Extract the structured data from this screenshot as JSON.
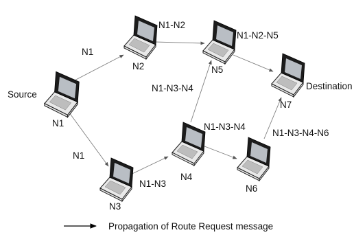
{
  "nodes": [
    {
      "id": "N1",
      "label": "N1",
      "role_label": "Source"
    },
    {
      "id": "N2",
      "label": "N2"
    },
    {
      "id": "N3",
      "label": "N3"
    },
    {
      "id": "N4",
      "label": "N4"
    },
    {
      "id": "N5",
      "label": "N5"
    },
    {
      "id": "N6",
      "label": "N6"
    },
    {
      "id": "N7",
      "label": "N7",
      "role_label": "Destination"
    }
  ],
  "edges": [
    {
      "from": "N1",
      "to": "N2",
      "label": "N1"
    },
    {
      "from": "N1",
      "to": "N3",
      "label": "N1"
    },
    {
      "from": "N2",
      "to": "N5",
      "label": "N1-N2"
    },
    {
      "from": "N3",
      "to": "N4",
      "label": "N1-N3"
    },
    {
      "from": "N4",
      "to": "N5",
      "label": "N1-N3-N4"
    },
    {
      "from": "N4",
      "to": "N6",
      "label": "N1-N3-N4"
    },
    {
      "from": "N5",
      "to": "N7",
      "label": "N1-N2-N5"
    },
    {
      "from": "N6",
      "to": "N7",
      "label": "N1-N3-N4-N6"
    }
  ],
  "legend": {
    "text": "Propagation of Route Request message"
  },
  "colors": {
    "edge": "#7f7f7f",
    "text": "#111111"
  }
}
